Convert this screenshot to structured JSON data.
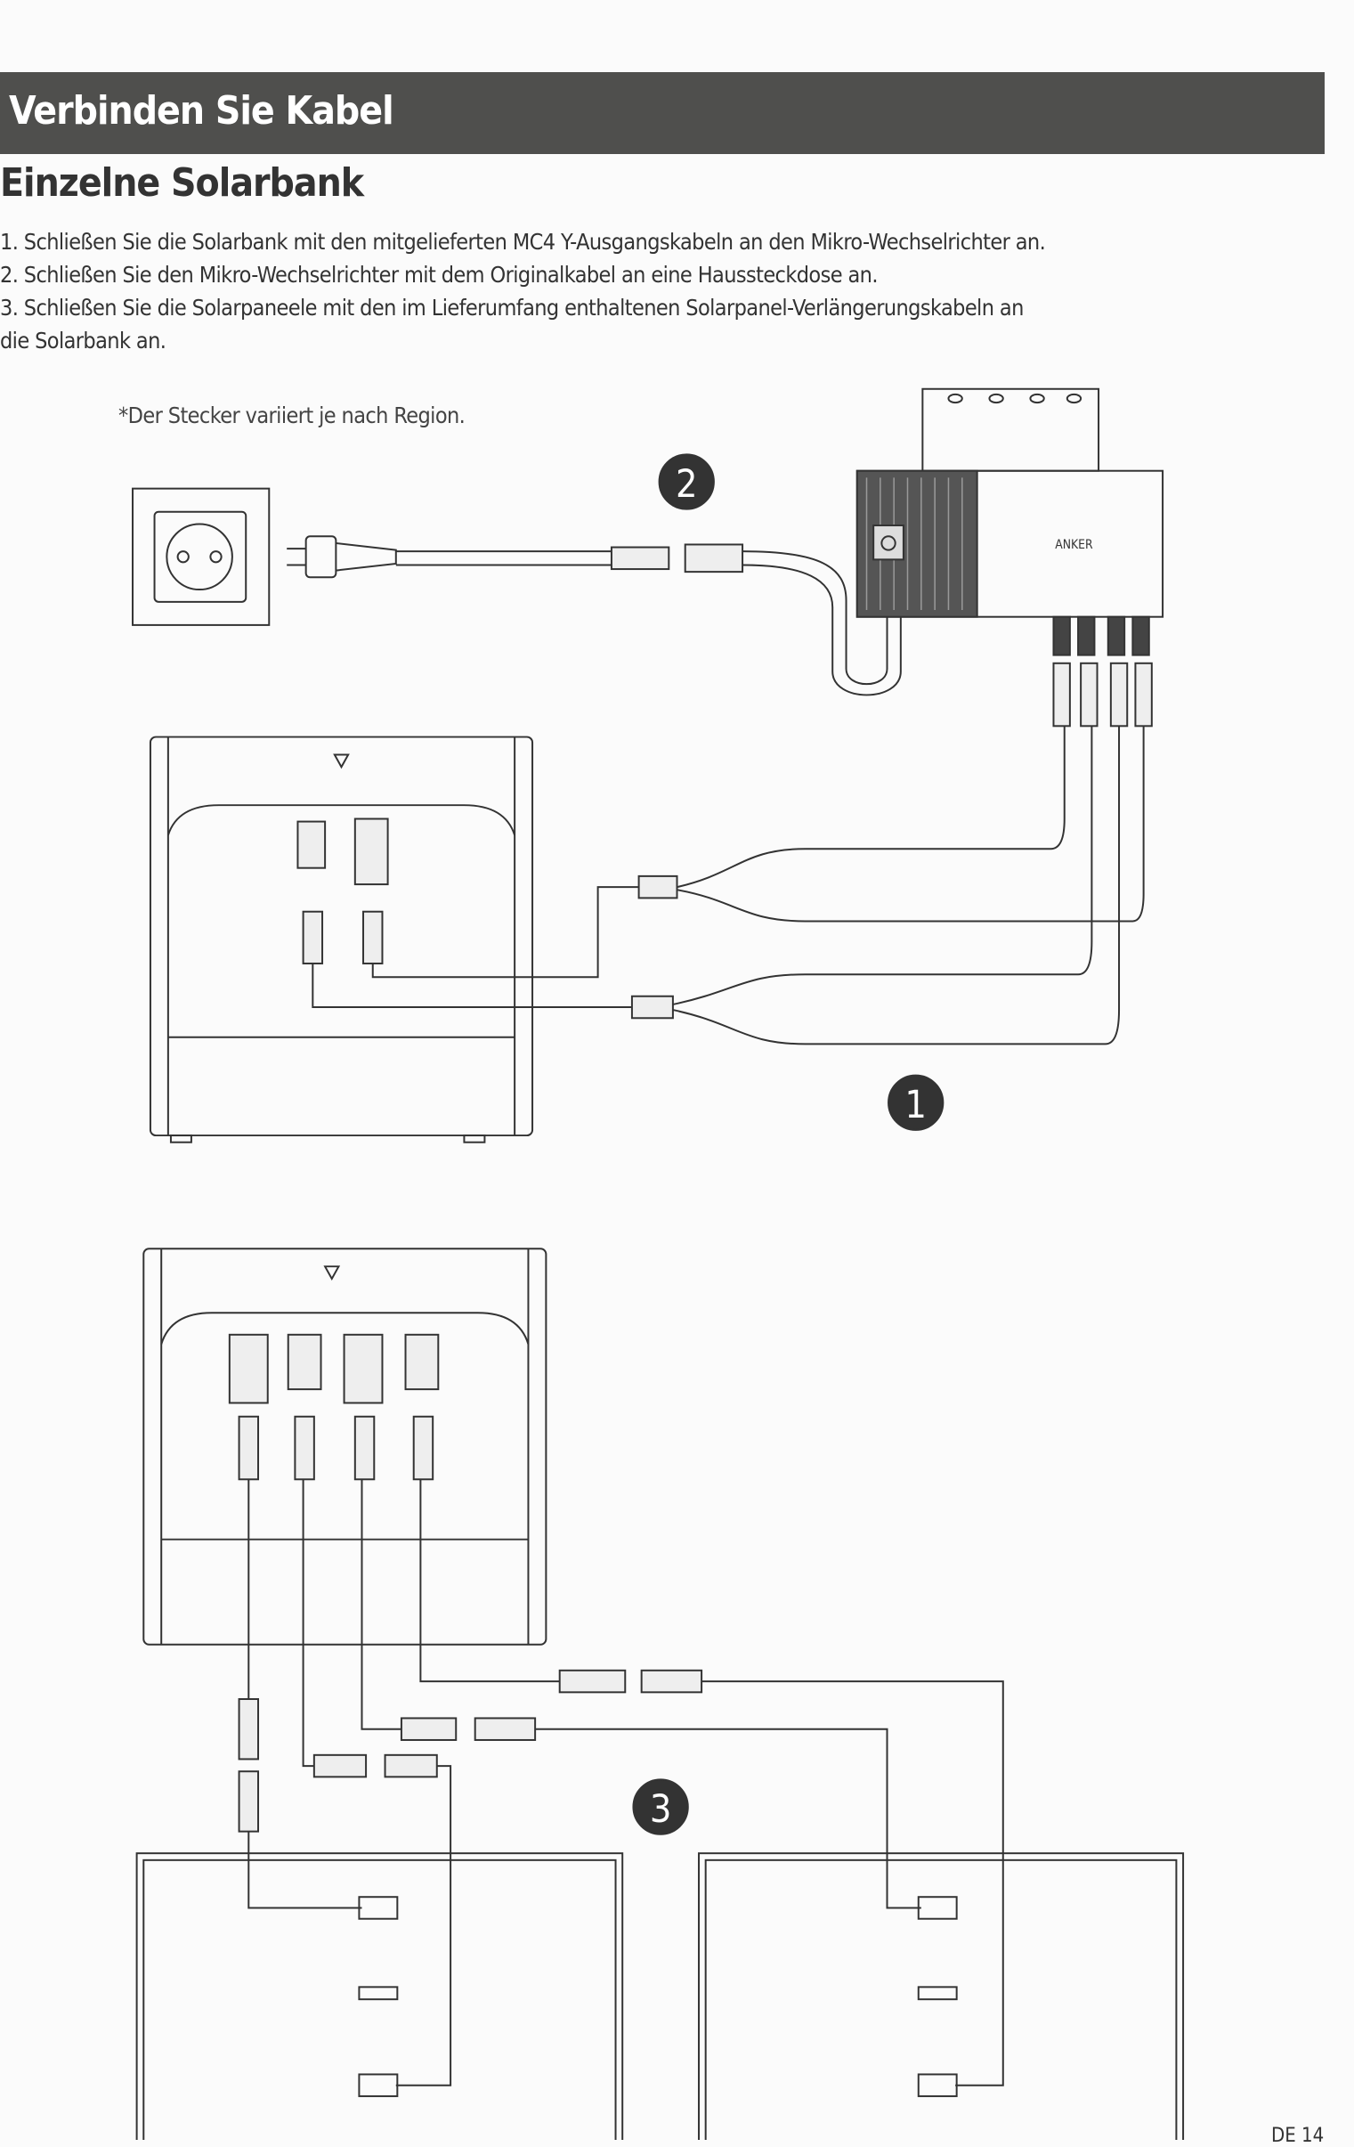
{
  "header": {
    "title": "Verbinden Sie Kabel"
  },
  "section": {
    "title": "Einzelne Solarbank"
  },
  "steps": [
    "1. Schließen Sie die Solarbank mit den mitgelieferten MC4 Y-Ausgangskabeln an den Mikro-Wechselrichter an.",
    "2. Schließen Sie den Mikro-Wechselrichter mit dem Originalkabel an eine Haussteckdose an.",
    "3. Schließen Sie die Solarpaneele mit den im Lieferumfang enthaltenen Solarpanel-Verlängerungskabeln an",
    "die Solarbank an."
  ],
  "note": "*Der Stecker variiert je nach Region.",
  "diagram": {
    "inverter_brand": "ANKER",
    "badges": [
      "1",
      "2",
      "3"
    ]
  },
  "page_number": "DE 14"
}
